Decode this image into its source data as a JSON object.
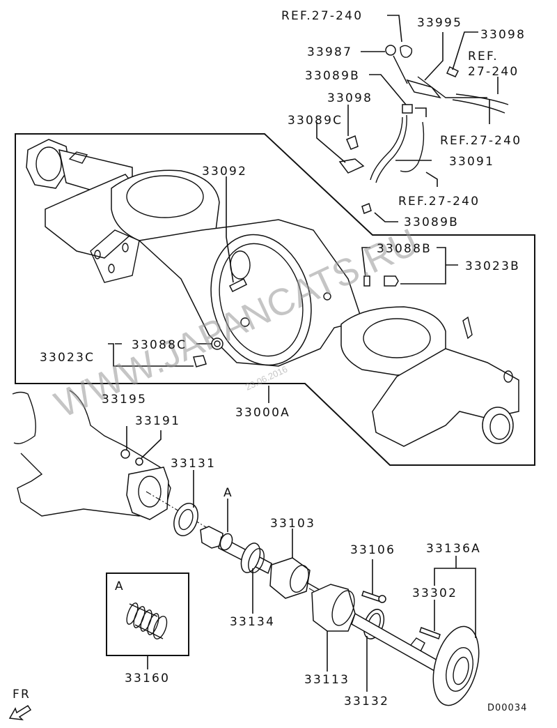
{
  "diagram": {
    "type": "exploded parts diagram",
    "subject": "rear axle housing and axle shaft",
    "diagram_code": "D00034",
    "orientation_label": "FR",
    "watermark": "WWW.JAPANCATS.RU",
    "date_stamp": "23.06.2016",
    "detail_box_label": "A",
    "shaft_callout_label": "A"
  },
  "labels": {
    "ref_top_left": "REF.27-240",
    "p33995": "33995",
    "p33098_top": "33098",
    "p33987": "33987",
    "ref_right_1": "REF.",
    "ref_right_2": "27-240",
    "p33089b_top": "33089B",
    "p33098_mid": "33098",
    "ref_mid_right": "REF.27-240",
    "p33089c": "33089C",
    "p33091": "33091",
    "p33092": "33092",
    "ref_lower": "REF.27-240",
    "p33089b_low": "33089B",
    "p33088b": "33088B",
    "p33023b": "33023B",
    "p33088c": "33088C",
    "p33023c": "33023C",
    "p33000a": "33000A",
    "p33195": "33195",
    "p33191": "33191",
    "p33131": "33131",
    "p33103": "33103",
    "p33106": "33106",
    "p33136a": "33136A",
    "p33302": "33302",
    "p33134": "33134",
    "p33113": "33113",
    "p33132": "33132",
    "p33160": "33160"
  }
}
